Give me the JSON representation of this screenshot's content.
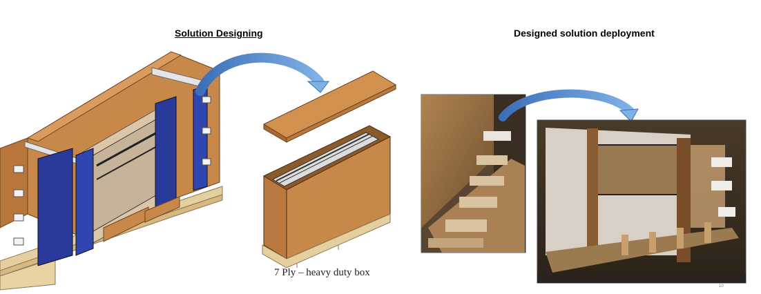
{
  "left_section": {
    "heading": "Solution Designing",
    "caption": "7 Ply – heavy duty box"
  },
  "right_section": {
    "heading": "Designed solution deployment"
  },
  "page_number": "10",
  "colors": {
    "cardboard": "#c8884a",
    "cardboard_dark": "#a86a32",
    "pallet": "#e6cf9e",
    "fixture_blue": "#2a3a9a",
    "arrow_blue": "#5a8fd0"
  }
}
